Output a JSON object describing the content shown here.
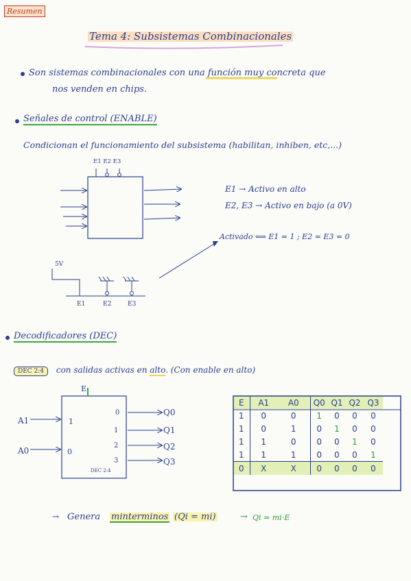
{
  "header": {
    "tag": "Resumen",
    "title": "Tema 4: Subsistemas Combinacionales"
  },
  "intro": {
    "line1": "Son sistemas combinacionales con una función muy concreta que",
    "line2": "nos venden en chips."
  },
  "enable": {
    "heading": "Señales de control (ENABLE)",
    "description": "Condicionan el funcionamiento del subsistema (habilitan, inhiben, etc,...)",
    "pin_labels": "E1 E2 E3",
    "note1": "E1 → Activo en alto",
    "note2": "E2, E3 → Activo en bajo (a 0V)",
    "activation": "Activado ⟺ E1 = 1 ; E2 = E3 = 0",
    "supply": "5V",
    "e1": "E1",
    "e2": "E2",
    "e3": "E3"
  },
  "decoder": {
    "heading": "Decodificadores (DEC)",
    "subtitle_box": "DEC 2:4",
    "subtitle_a": "con salidas activas en",
    "subtitle_alto": "alto",
    "subtitle_b": ". (Con enable en alto)",
    "enable_pin": "E",
    "in_a1": "A1",
    "in_a0": "A0",
    "in_pin1": "1",
    "in_pin0": "0",
    "out_pins": [
      "0",
      "1",
      "2",
      "3"
    ],
    "outputs": [
      "Q0",
      "Q1",
      "Q2",
      "Q3"
    ],
    "chip_label": "DEC 2:4"
  },
  "truth_table": {
    "headers": [
      "E",
      "A1",
      "A0",
      "Q0",
      "Q1",
      "Q2",
      "Q3"
    ],
    "rows": [
      [
        "1",
        "0",
        "0",
        "1",
        "0",
        "0",
        "0"
      ],
      [
        "1",
        "0",
        "1",
        "0",
        "1",
        "0",
        "0"
      ],
      [
        "1",
        "1",
        "0",
        "0",
        "0",
        "1",
        "0"
      ],
      [
        "1",
        "1",
        "1",
        "0",
        "0",
        "0",
        "1"
      ],
      [
        "0",
        "X",
        "X",
        "0",
        "0",
        "0",
        "0"
      ]
    ]
  },
  "footer": {
    "genera": "Genera",
    "minterminos": "minterminos",
    "formula": "(Qi = mi)",
    "arrow_text": "Qi = mi·E"
  }
}
